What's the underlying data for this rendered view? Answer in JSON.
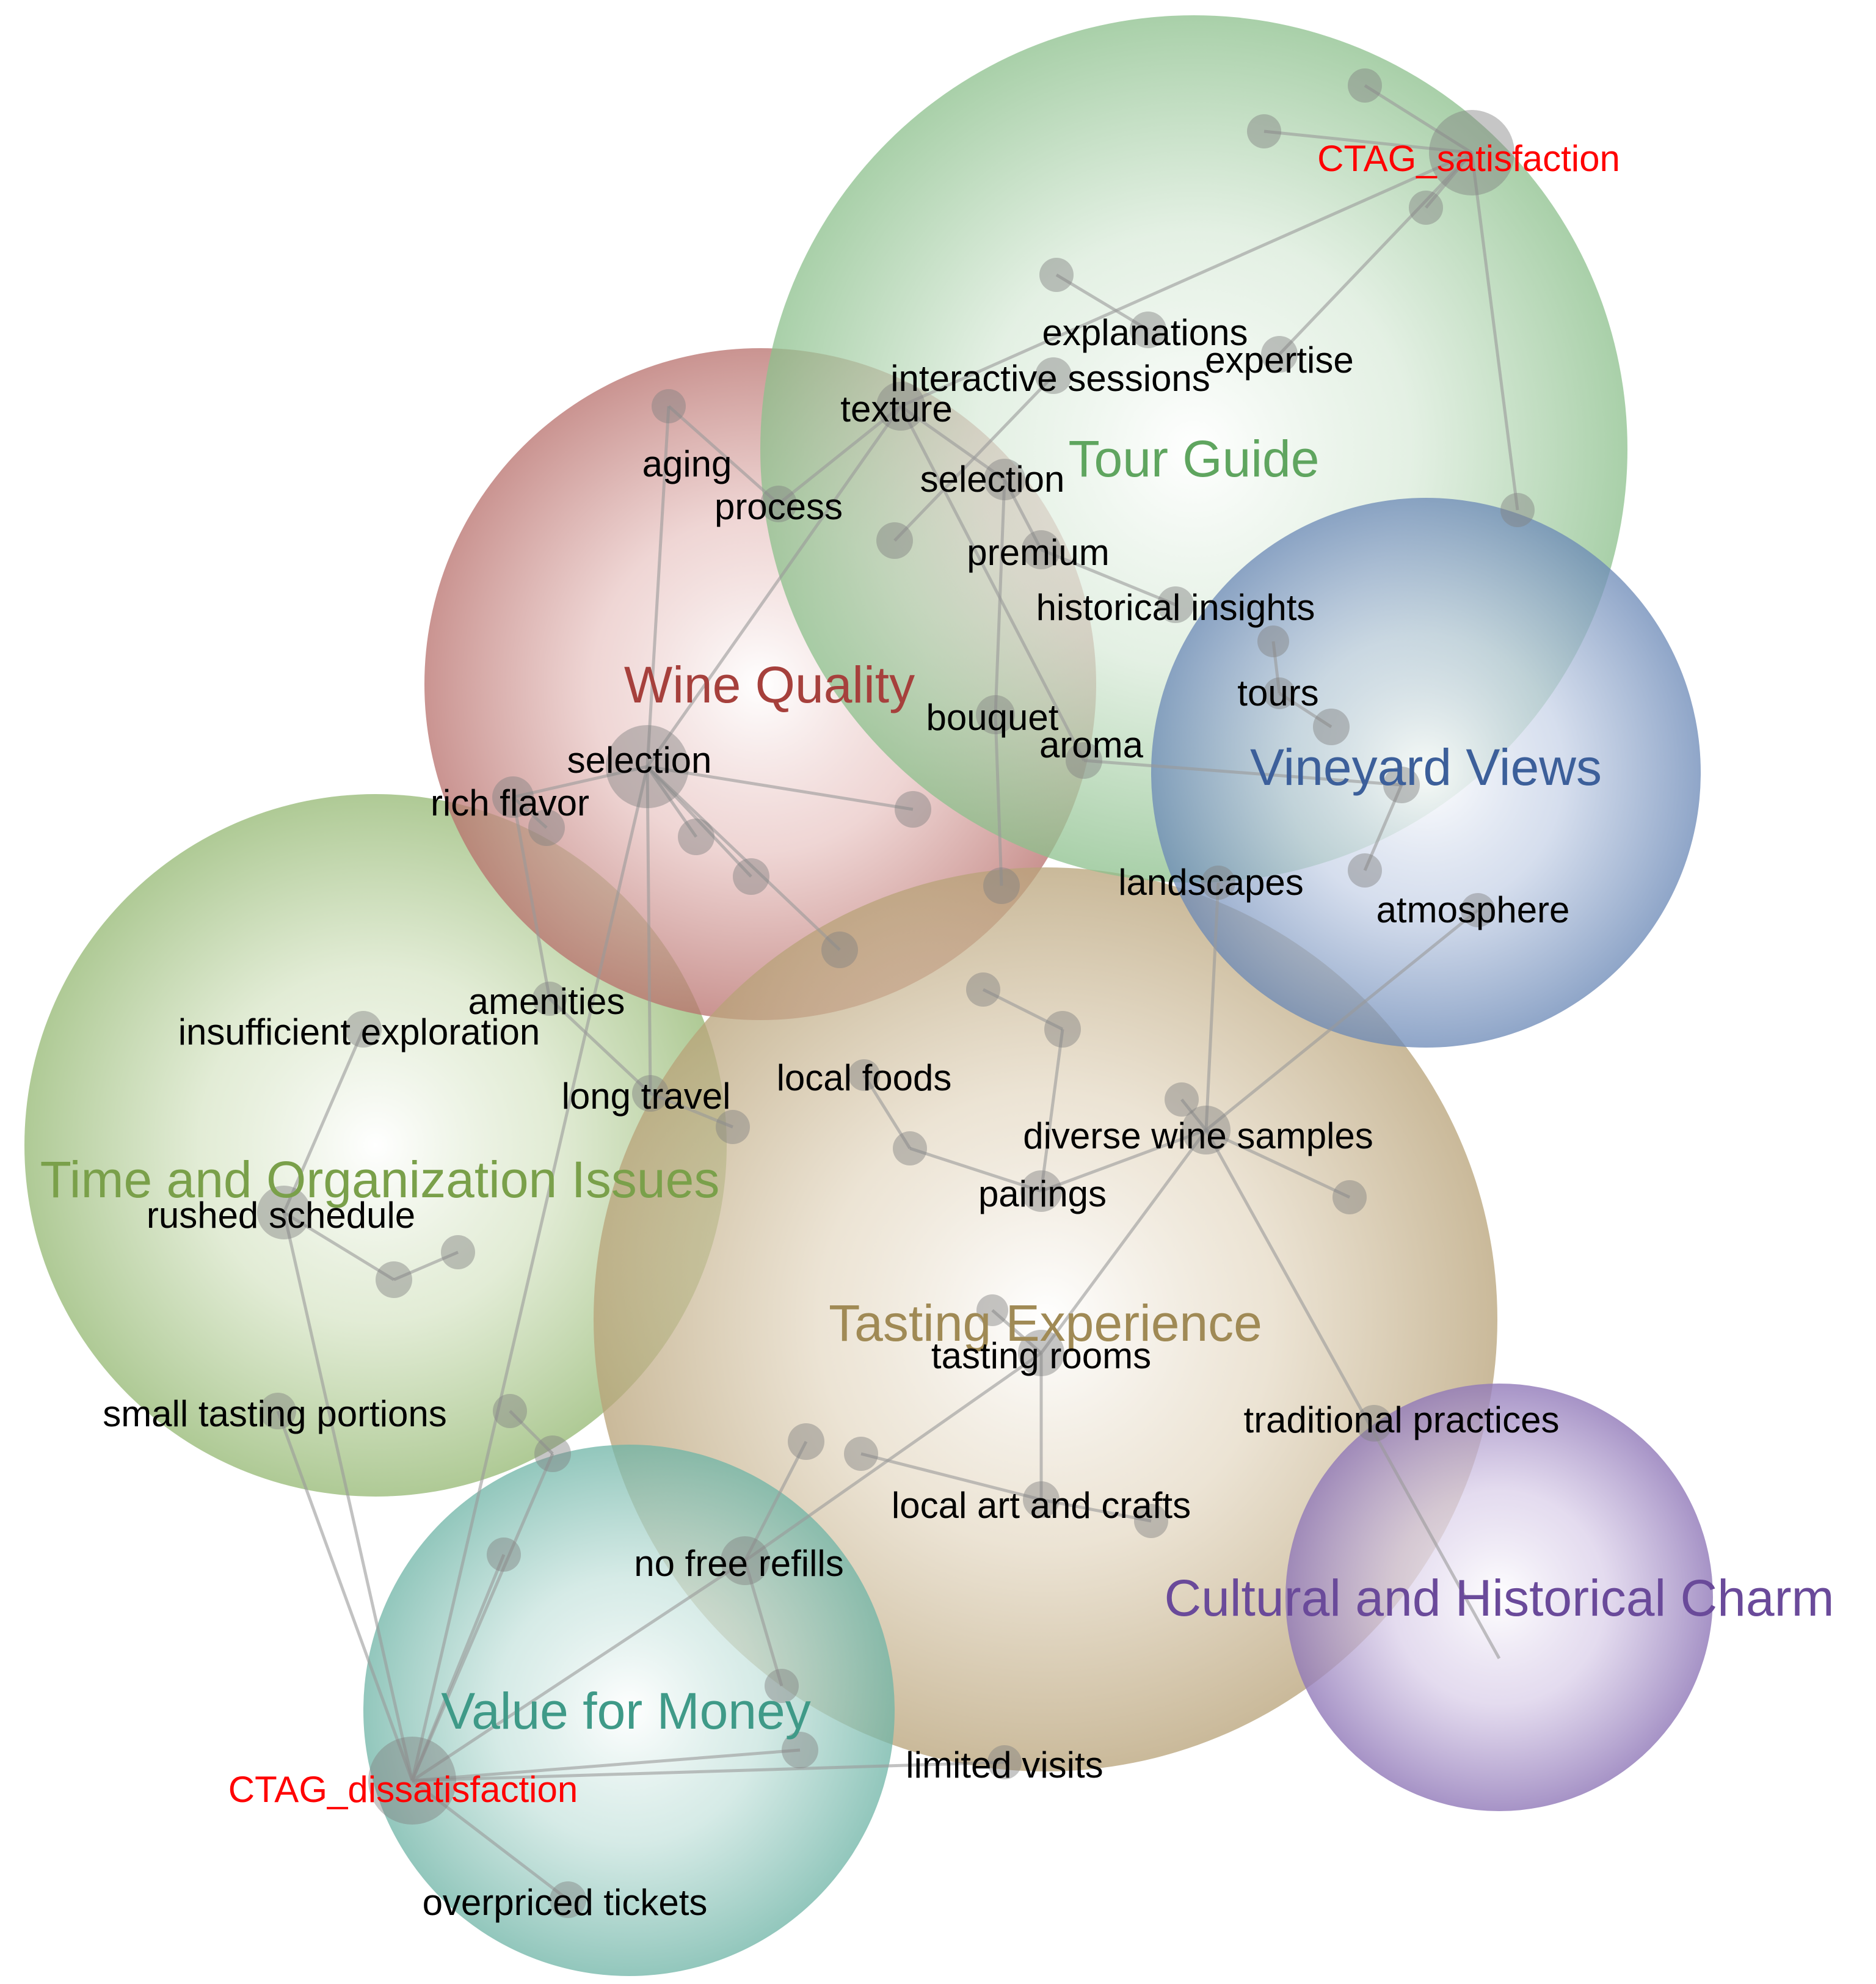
{
  "colors": {
    "tour_guide": "#5fa55f",
    "wine_quality": "#a6403c",
    "vineyard_views": "#3c5f9a",
    "time_org": "#7aa04a",
    "tasting": "#a08a55",
    "value": "#3f9a88",
    "cultural": "#6a4a9a",
    "tag": "#ff0000",
    "node": "#808080",
    "edge": "#999999"
  },
  "clusters": [
    {
      "id": "tour_guide",
      "label": "Tour Guide"
    },
    {
      "id": "wine_quality",
      "label": "Wine Quality"
    },
    {
      "id": "vineyard_views",
      "label": "Vineyard Views"
    },
    {
      "id": "time_org",
      "label": "Time and Organization Issues"
    },
    {
      "id": "tasting",
      "label": "Tasting Experience"
    },
    {
      "id": "value",
      "label": "Value for Money"
    },
    {
      "id": "cultural",
      "label": "Cultural and Historical Charm"
    }
  ],
  "tags": {
    "satisfaction": "CTAG_satisfaction",
    "dissatisfaction": "CTAG_dissatisfaction"
  },
  "labels": {
    "explanations": "explanations",
    "expertise": "expertise",
    "interactive_sessions": "interactive sessions",
    "texture": "texture",
    "aging": "aging",
    "process": "process",
    "selection_tg": "selection",
    "premium": "premium",
    "historical_insights": "historical insights",
    "tours": "tours",
    "bouquet": "bouquet",
    "aroma": "aroma",
    "selection_wq": "selection",
    "rich_flavor": "rich flavor",
    "landscapes": "landscapes",
    "atmosphere": "atmosphere",
    "amenities": "amenities",
    "insufficient_exploration": "insufficient exploration",
    "long_travel": "long travel",
    "local_foods": "local foods",
    "diverse_wine_samples": "diverse wine samples",
    "pairings": "pairings",
    "rushed_schedule": "rushed schedule",
    "tasting_rooms": "tasting rooms",
    "small_tasting_portions": "small tasting portions",
    "traditional_practices": "traditional practices",
    "local_art_and_crafts": "local art and crafts",
    "no_free_refills": "no free refills",
    "limited_visits": "limited visits",
    "overpriced_tickets": "overpriced tickets"
  }
}
